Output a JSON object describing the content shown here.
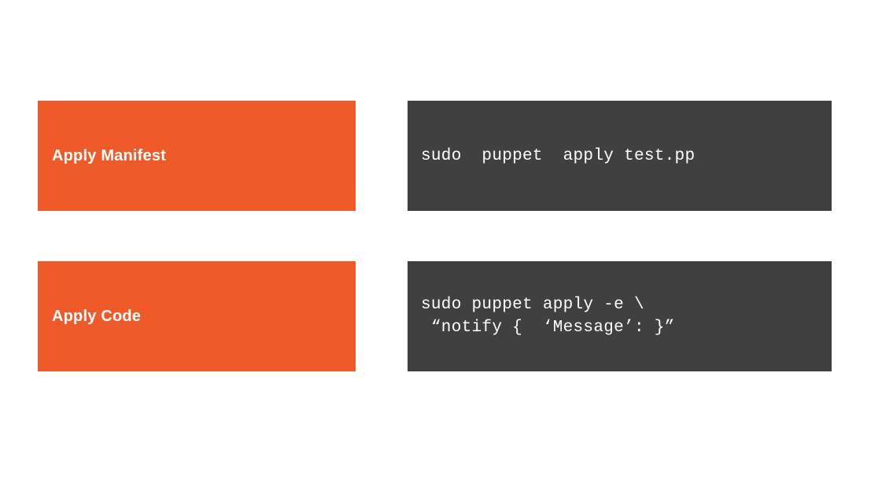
{
  "slide": {
    "background_color": "#ffffff",
    "accent_color": "#f05a28",
    "code_background_color": "#404040",
    "text_color": "#ffffff",
    "rows": [
      {
        "label": "Apply Manifest",
        "code_lines": [
          "sudo  puppet  apply test.pp"
        ]
      },
      {
        "label": "Apply Code",
        "code_lines": [
          "sudo puppet apply -e \\",
          " “notify {  ‘Message’: }”"
        ]
      }
    ]
  }
}
